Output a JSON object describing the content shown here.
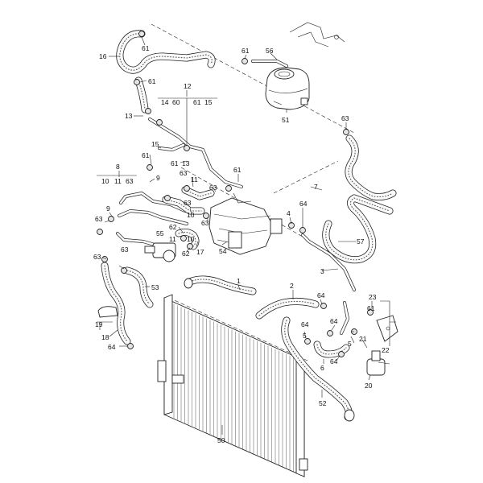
{
  "callouts": {
    "c1": "1",
    "c2": "2",
    "c3": "3",
    "c4": "4",
    "c5": "5",
    "c6": "6",
    "c7": "7",
    "c8": "8",
    "c9a": "9",
    "c9b": "9",
    "c10a": "10",
    "c10b": "10",
    "c11a": "11",
    "c11b": "11",
    "c12": "12",
    "c13a": "13",
    "c13b": "13",
    "c14": "14",
    "c15a": "15",
    "c15b": "15",
    "c16": "16",
    "c17": "17",
    "c18": "18",
    "c19": "19",
    "c20": "20",
    "c21": "21",
    "c22": "22",
    "c23": "23",
    "c50": "50",
    "c51": "51",
    "c52": "52",
    "c53": "53",
    "c54": "54",
    "c55": "55",
    "c56": "56",
    "c57": "57",
    "c60": "60",
    "c61a": "61",
    "c61b": "61",
    "c61c": "61",
    "c61d": "61",
    "c61e": "61",
    "c61f": "61",
    "c61g": "61",
    "c62a": "62",
    "c62b": "62",
    "c63a": "63",
    "c63b": "63",
    "c63c": "63",
    "c63d": "63",
    "c63e": "63",
    "c63f": "63",
    "c63g": "63",
    "c63h": "63",
    "c64a": "64",
    "c64b": "64",
    "c64c": "64",
    "c64d": "64",
    "c64e": "64",
    "c64f": "64"
  },
  "groups": {
    "g12": {
      "a": "14",
      "b": "60",
      "c": "61",
      "d": "15"
    },
    "g8": {
      "a": "10",
      "b": "11",
      "c": "63"
    }
  }
}
